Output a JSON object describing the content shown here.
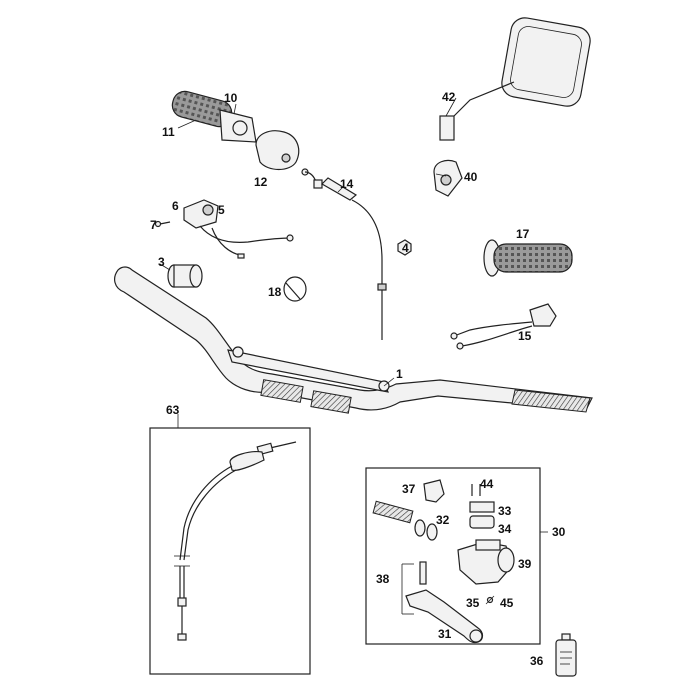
{
  "diagram": {
    "callouts": [
      {
        "id": "p1",
        "text": "1"
      },
      {
        "id": "p3",
        "text": "3"
      },
      {
        "id": "p4",
        "text": "4"
      },
      {
        "id": "p5",
        "text": "5"
      },
      {
        "id": "p6",
        "text": "6"
      },
      {
        "id": "p7",
        "text": "7"
      },
      {
        "id": "p10",
        "text": "10"
      },
      {
        "id": "p11",
        "text": "11"
      },
      {
        "id": "p12",
        "text": "12"
      },
      {
        "id": "p14",
        "text": "14"
      },
      {
        "id": "p15",
        "text": "15"
      },
      {
        "id": "p17",
        "text": "17"
      },
      {
        "id": "p18",
        "text": "18"
      },
      {
        "id": "p30",
        "text": "30"
      },
      {
        "id": "p31",
        "text": "31"
      },
      {
        "id": "p32",
        "text": "32"
      },
      {
        "id": "p33",
        "text": "33"
      },
      {
        "id": "p34",
        "text": "34"
      },
      {
        "id": "p35",
        "text": "35"
      },
      {
        "id": "p36",
        "text": "36"
      },
      {
        "id": "p37",
        "text": "37"
      },
      {
        "id": "p38",
        "text": "38"
      },
      {
        "id": "p39",
        "text": "39"
      },
      {
        "id": "p40",
        "text": "40"
      },
      {
        "id": "p42",
        "text": "42"
      },
      {
        "id": "p44",
        "text": "44"
      },
      {
        "id": "p45",
        "text": "45"
      },
      {
        "id": "p63",
        "text": "63"
      }
    ]
  }
}
